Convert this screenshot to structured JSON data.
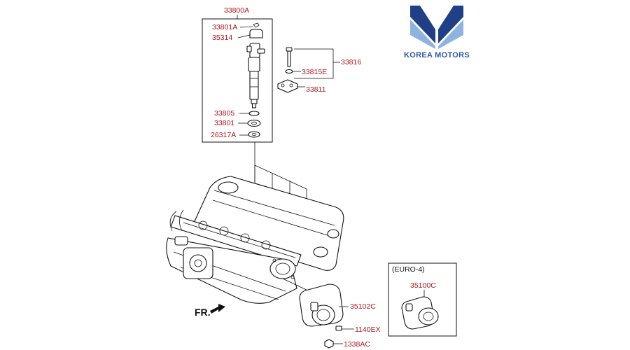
{
  "brand": {
    "name": "KOREA MOTORS",
    "colors": {
      "dark": "#1f3f86",
      "light": "#8fb3e0"
    }
  },
  "labels": {
    "injector_assy": "33800A",
    "part_33801a": "33801A",
    "part_35314": "35314",
    "part_33816": "33816",
    "part_33815e": "33815E",
    "part_33811": "33811",
    "part_33805": "33805",
    "part_33801": "33801",
    "part_26317a": "26317A",
    "part_35102c": "35102C",
    "part_1140ex": "1140EX",
    "part_1338ac": "1338AC",
    "part_35100c": "35100C"
  },
  "inset": {
    "title": "(EURO-4)"
  },
  "direction": {
    "label": "FR."
  },
  "colors": {
    "label_red": "#b3151b",
    "line": "#111111"
  }
}
